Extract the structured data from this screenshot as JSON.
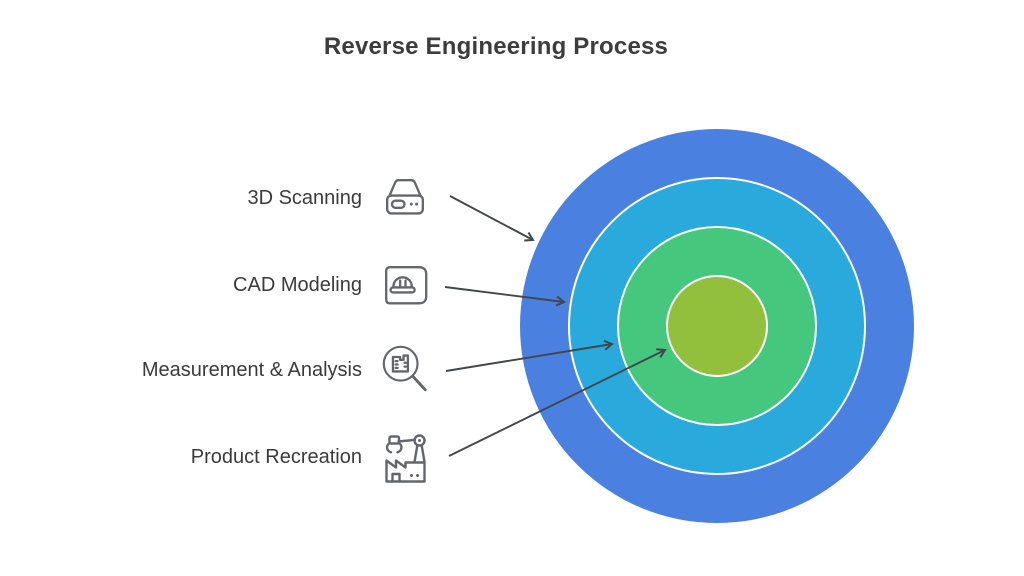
{
  "title": "Reverse Engineering Process",
  "steps": [
    {
      "label": "3D Scanning",
      "icon": "3d-scanner-icon"
    },
    {
      "label": "CAD Modeling",
      "icon": "blueprint-helmet-icon"
    },
    {
      "label": "Measurement & Analysis",
      "icon": "magnifier-analysis-icon"
    },
    {
      "label": "Product Recreation",
      "icon": "factory-robot-arm-icon"
    }
  ],
  "target": {
    "rings": [
      {
        "name": "outer-ring",
        "step": "3D Scanning",
        "color": "#4a81e0"
      },
      {
        "name": "second-ring",
        "step": "CAD Modeling",
        "color": "#29a9dc"
      },
      {
        "name": "third-ring",
        "step": "Measurement & Analysis",
        "color": "#45c87e"
      },
      {
        "name": "core-circle",
        "step": "Product Recreation",
        "color": "#92c03d"
      }
    ],
    "separator_color": "#ffffff"
  },
  "colors": {
    "arrow": "#42474b",
    "icon_stroke": "#63676c",
    "title_text": "#3d3d3d",
    "label_text": "#3b3b3b",
    "background": "#ffffff"
  }
}
